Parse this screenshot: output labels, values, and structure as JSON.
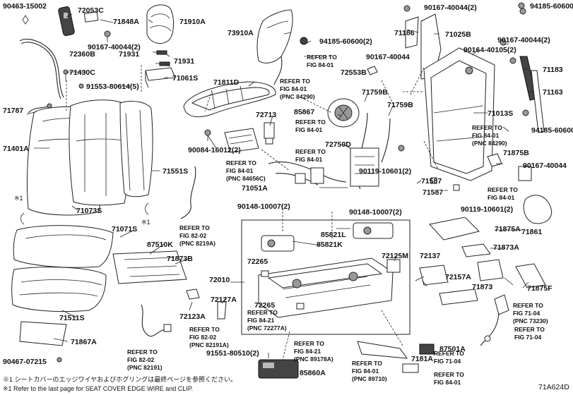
{
  "diagram_id": "71A624D",
  "part_labels": [
    "90463-15002",
    "72053C",
    "71848A",
    "71910A",
    "90167-40044(2)",
    "72360B",
    "71931",
    "71931",
    "71430C",
    "71061S",
    "91553-80614(5)",
    "71787",
    "71401A",
    "71073S",
    "71551S",
    "73910A",
    "94185-60600(2)",
    "71811D",
    "90084-16012(2)",
    "72713",
    "85867",
    "71759B",
    "71759B",
    "72750D",
    "71051A",
    "71186",
    "71025B",
    "90167-40044(2)",
    "94185-60600",
    "90167-40044(2)",
    "90167-40044",
    "90164-40105(2)",
    "71183",
    "71163",
    "72553B",
    "71013S",
    "94185-60600(2)",
    "71875B",
    "90167-40044",
    "90119-10601(2)",
    "71587",
    "71587",
    "90119-10601(2)",
    "71861",
    "90148-10007(2)",
    "90148-10007(2)",
    "71071S",
    "87510K",
    "85821L",
    "85821K",
    "71873B",
    "72125M",
    "72137",
    "71875A",
    "71873A",
    "72265",
    "72010",
    "72157A",
    "71873",
    "71875F",
    "72265",
    "72123A",
    "72127A",
    "71511S",
    "71867A",
    "91551-80510(2)",
    "87501A",
    "7181A",
    "85860A",
    "90467-07215"
  ],
  "refer_labels": [
    "REFER TO\nFIG 84-01",
    "REFER TO\nFIG 84-01\n(PNC 84290)",
    "REFER TO\nFIG 84-01",
    "REFER TO\nFIG 84-01",
    "REFER TO\nFIG 84-01\n(PNC 84656C)",
    "REFER TO\nFIG 84-01\n(PNC 84290)",
    "REFER TO\nFIG 84-01",
    "REFER TO\nFIG 82-02\n(PNC 8219A)",
    "REFER TO\nFIG 84-21\n(PNC 72277A)",
    "REFER TO\nFIG 82-02\n(PNC 82191A)",
    "REFER TO\nFIG 82-02\n(PNC 82191)",
    "REFER TO\nFIG 84-21\n(PNC 89178A)",
    "REFER TO\nFIG 84-01\n(PNC 89710)",
    "REFER TO\nFIG 84-01",
    "REFER TO\nFIG 71-04\n(PNC 73230)",
    "REFER TO\nFIG 71-04",
    "REFER TO\nFIG 71-04"
  ],
  "marks": [
    "※1",
    "※1"
  ],
  "notes": [
    "※1 シートカバーのエッジワイヤおよびホグリングは最終ページを参照ください。",
    "※1 Refer to the last page for SEAT COVER EDGE WIRE and CLIP."
  ]
}
